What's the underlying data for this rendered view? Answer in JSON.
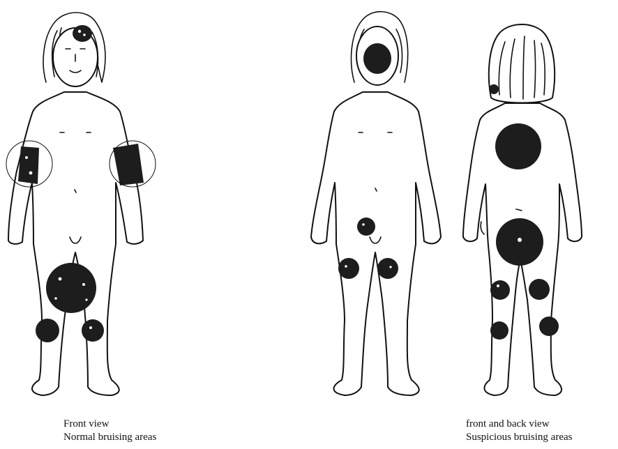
{
  "captions": {
    "left": {
      "line1": "Front view",
      "line2": "Normal bruising areas"
    },
    "right": {
      "line1": "front and back view",
      "line2": "Suspicious bruising areas"
    }
  },
  "colors": {
    "ink": "#111111",
    "bruise": "#1d1d1d",
    "paper": "#ffffff"
  }
}
